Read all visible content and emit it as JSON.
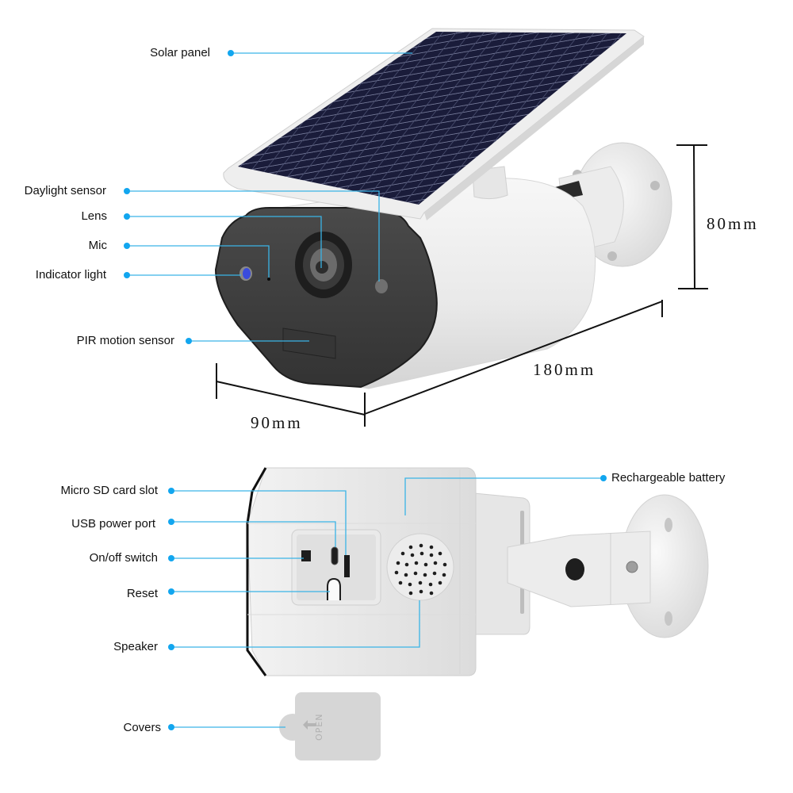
{
  "top_view": {
    "callouts": [
      {
        "id": "solar-panel",
        "label": "Solar panel"
      },
      {
        "id": "daylight-sensor",
        "label": "Daylight sensor"
      },
      {
        "id": "lens",
        "label": "Lens"
      },
      {
        "id": "mic",
        "label": "Mic"
      },
      {
        "id": "indicator-light",
        "label": "Indicator light"
      },
      {
        "id": "pir-motion-sensor",
        "label": "PIR motion sensor"
      }
    ],
    "dimensions": {
      "height": "80mm",
      "length": "180mm",
      "width": "90mm"
    }
  },
  "bottom_view": {
    "callouts": [
      {
        "id": "micro-sd-card-slot",
        "label": "Micro SD card slot"
      },
      {
        "id": "usb-power-port",
        "label": "USB power port"
      },
      {
        "id": "on-off-switch",
        "label": "On/off switch"
      },
      {
        "id": "reset",
        "label": "Reset"
      },
      {
        "id": "speaker",
        "label": "Speaker"
      },
      {
        "id": "covers",
        "label": "Covers"
      },
      {
        "id": "rechargeable-battery",
        "label": "Rechargeable battery"
      }
    ],
    "cover_tab_text": "OPEN"
  },
  "colors": {
    "callout_line": "#3ab4e6",
    "callout_dot": "#12a6ef",
    "camera_body": "#eeeeee",
    "camera_face": "#3d3d3d",
    "solar_cell": "#1a1c3a",
    "indicator_led": "#3a4bdc",
    "cover": "#d6d6d6"
  }
}
